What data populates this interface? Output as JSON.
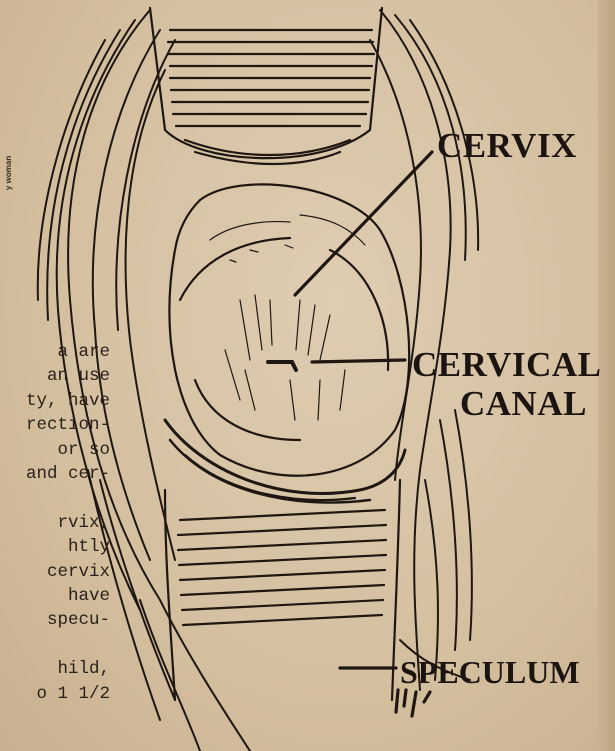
{
  "labels": {
    "cervix": "CERVIX",
    "cervical_canal_line1": "CERVICAL",
    "cervical_canal_line2": "CANAL",
    "speculum": "SPECULUM"
  },
  "credit": "y woman",
  "side_text": {
    "lines": [
      "a are",
      "an use",
      "ty, have",
      "rection-",
      "or so",
      "and cer-",
      "",
      "rvix,",
      "htly",
      "cervix",
      "have",
      "specu-",
      "",
      "hild,",
      "o 1 1/2"
    ]
  },
  "colors": {
    "paper": "#d7c3a6",
    "ink": "#1e1712"
  }
}
